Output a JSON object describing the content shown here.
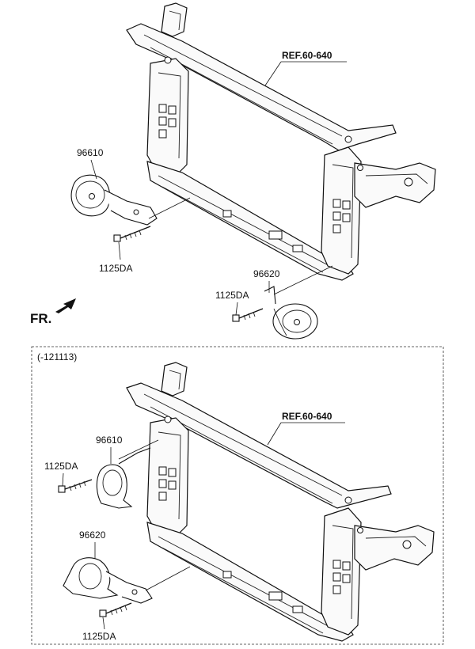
{
  "diagram": {
    "top": {
      "ref_label": "REF.60-640",
      "horn_left_code": "96610",
      "horn_right_code": "96620",
      "bolt_left_code": "1125DA",
      "bolt_right_code": "1125DA",
      "front_label": "FR."
    },
    "bottom": {
      "variant_label": "(-121113)",
      "ref_label": "REF.60-640",
      "horn_upper_code": "96610",
      "horn_lower_code": "96620",
      "bolt_upper_code": "1125DA",
      "bolt_lower_code": "1125DA"
    }
  }
}
